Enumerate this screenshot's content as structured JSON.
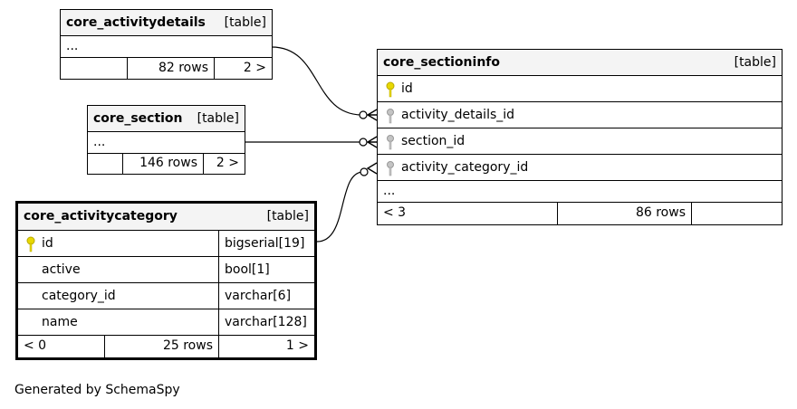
{
  "colors": {
    "pk_key": "#e8d800",
    "fk_key": "#b0b0b0",
    "header_bg": "#f4f4f4"
  },
  "tables": {
    "activitydetails": {
      "name": "core_activitydetails",
      "tag": "[table]",
      "ellipsis": "...",
      "nav_left": "",
      "rows": "82 rows",
      "nav_right": "2 >"
    },
    "section": {
      "name": "core_section",
      "tag": "[table]",
      "ellipsis": "...",
      "nav_left": "",
      "rows": "146 rows",
      "nav_right": "2 >"
    },
    "sectioninfo": {
      "name": "core_sectioninfo",
      "tag": "[table]",
      "columns": [
        {
          "name": "id",
          "icon": "primary-key-icon"
        },
        {
          "name": "activity_details_id",
          "icon": "foreign-key-icon"
        },
        {
          "name": "section_id",
          "icon": "foreign-key-icon"
        },
        {
          "name": "activity_category_id",
          "icon": "foreign-key-icon"
        }
      ],
      "ellipsis": "...",
      "nav_left": "< 3",
      "rows": "86 rows",
      "nav_right": ""
    },
    "activitycategory": {
      "name": "core_activitycategory",
      "tag": "[table]",
      "columns": [
        {
          "name": "id",
          "type": "bigserial[19]",
          "icon": "primary-key-icon"
        },
        {
          "name": "active",
          "type": "bool[1]"
        },
        {
          "name": "category_id",
          "type": "varchar[6]"
        },
        {
          "name": "name",
          "type": "varchar[128]"
        }
      ],
      "nav_left": "< 0",
      "rows": "25 rows",
      "nav_right": "1 >"
    }
  },
  "footer": "Generated by SchemaSpy"
}
